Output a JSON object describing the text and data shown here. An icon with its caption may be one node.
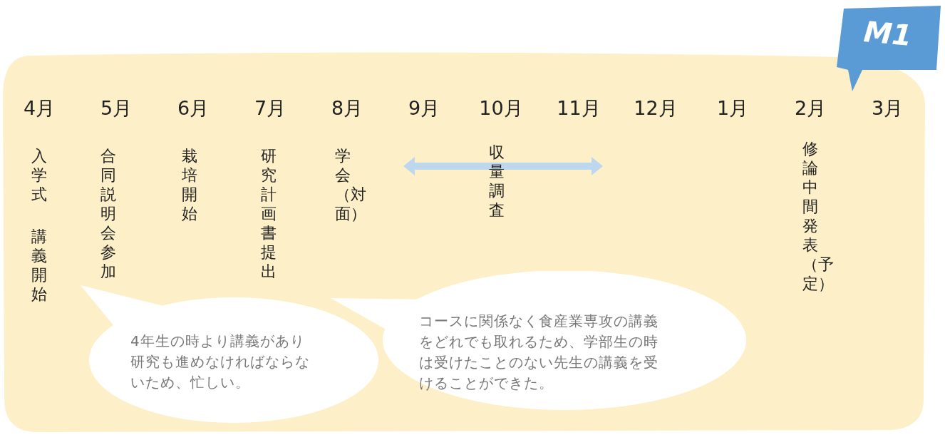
{
  "diagram": {
    "nodes": [
      {
        "text": [
          "M1"
        ]
      },
      {
        "text": [
          "4年生の時より講義があり研究も進めなければならないため、忙しい。"
        ]
      },
      {
        "text": [
          "コースに関係なく食産業専攻の講義をどれでも取れるため、学部生の時は受けたことのない先生の講義を受けることができた。"
        ]
      }
    ],
    "edges": [],
    "labels": [
      "4月",
      "5月",
      "6月",
      "7月",
      "8月",
      "9月",
      "10月",
      "11月",
      "12月",
      "1月",
      "2月",
      "3月",
      "入学式",
      "講義開始",
      "合同説明会参加",
      "栽培開始",
      "研究計画書提出",
      "学会（対面）",
      "収量調査",
      "修論中間発表（予定）"
    ]
  }
}
